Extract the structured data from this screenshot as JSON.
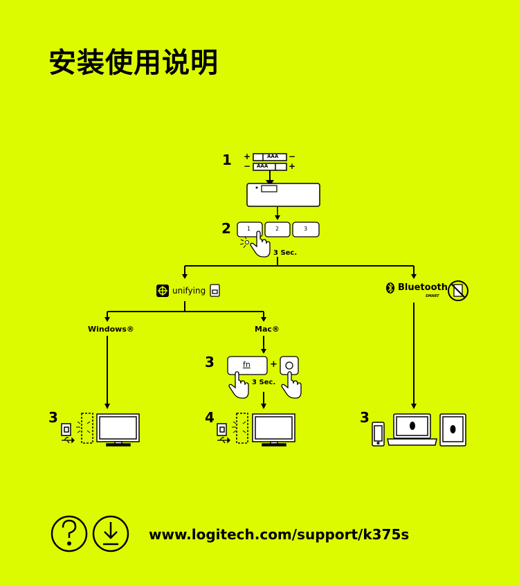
{
  "title": "安装使用说明",
  "steps": {
    "battery_step": "1",
    "channel_step": "2",
    "mac_fn_step": "3",
    "windows_final_step": "3",
    "mac_final_step": "4",
    "bluetooth_final_step": "3"
  },
  "battery": {
    "plus": "+",
    "minus": "−",
    "label": "AAA"
  },
  "channels": [
    "1",
    "2",
    "3"
  ],
  "hold_time": "3 Sec.",
  "unifying_label": "unifying",
  "bluetooth": {
    "label": "Bluetooth",
    "sub": "SMART"
  },
  "os": {
    "windows": "Windows®",
    "mac": "Mac®"
  },
  "fn_key": "fn",
  "plus_sign": "+",
  "support_url": "www.logitech.com/support/k375s",
  "colors": {
    "background": "#DDFB00",
    "ink": "#000000"
  }
}
